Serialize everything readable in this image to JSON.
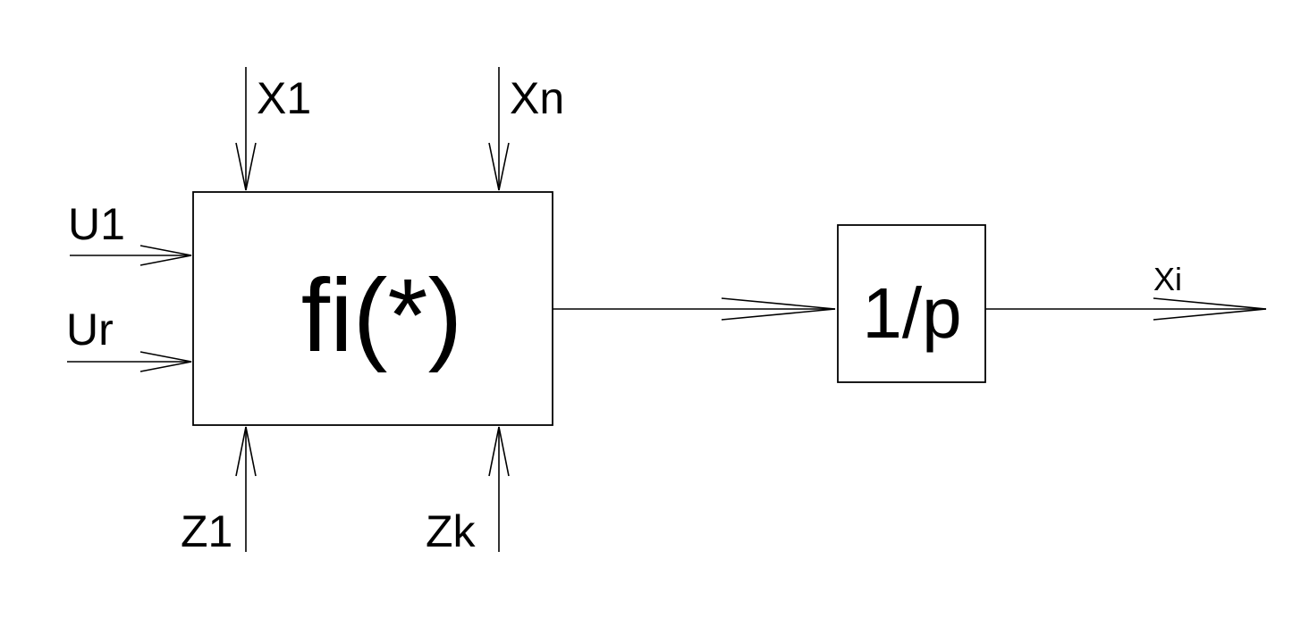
{
  "diagram": {
    "blocks": {
      "function": {
        "label": "fi(*)"
      },
      "integrator": {
        "label": "1/p"
      }
    },
    "inputs": {
      "top": [
        {
          "label": "X1"
        },
        {
          "label": "Xn"
        }
      ],
      "left": [
        {
          "label": "U1"
        },
        {
          "label": "Ur"
        }
      ],
      "bottom": [
        {
          "label": "Z1"
        },
        {
          "label": "Zk"
        }
      ]
    },
    "output": {
      "label": "Xi"
    },
    "colors": {
      "line": "#000000",
      "background": "#ffffff"
    }
  }
}
